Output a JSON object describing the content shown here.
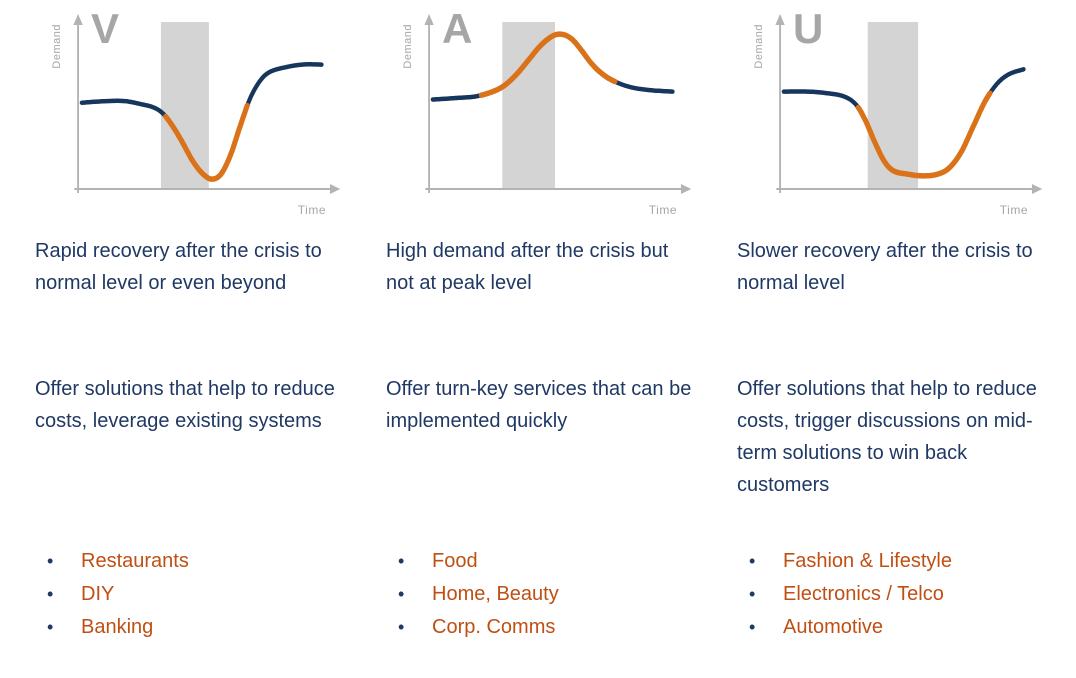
{
  "ui": {
    "bullet": "•"
  },
  "colors": {
    "text_navy": "#1f3864",
    "bullet_text_orange": "#bf4f12",
    "curve_navy": "#17365d",
    "curve_orange": "#d97218",
    "crisis_band_gray": "#d4d4d4",
    "axis_gray": "#b3b3b3",
    "letter_gray": "#a6a6a6"
  },
  "columns": [
    {
      "letter": "V",
      "description": "Rapid recovery after the crisis to normal level or even beyond",
      "offer": "Offer solutions that help to reduce costs, leverage existing systems",
      "bullets": [
        "Restaurants",
        "DIY",
        "Banking"
      ]
    },
    {
      "letter": "A",
      "description": "High demand after the crisis but not at peak level",
      "offer": "Offer turn-key services that can be implemented quickly",
      "bullets": [
        "Food",
        "Home, Beauty",
        "Corp. Comms"
      ]
    },
    {
      "letter": "U",
      "description": "Slower recovery after the crisis to normal level",
      "offer": "Offer solutions that help to reduce costs, trigger discussions on mid-term solutions to win back customers",
      "bullets": [
        "Fashion & Lifestyle",
        "Electronics / Telco",
        "Automotive"
      ]
    }
  ],
  "chart_data": [
    {
      "type": "line",
      "title": "V",
      "xlabel": "Time",
      "ylabel": "Demand",
      "x_range": [
        0,
        1
      ],
      "y_range": [
        0,
        1
      ],
      "x": [
        0.0,
        0.1,
        0.18,
        0.25,
        0.3,
        0.34,
        0.38,
        0.42,
        0.46,
        0.5,
        0.54,
        0.58,
        0.62,
        0.66,
        0.7,
        0.74,
        0.78,
        0.84,
        0.92,
        1.0
      ],
      "y": [
        0.53,
        0.54,
        0.54,
        0.52,
        0.5,
        0.46,
        0.38,
        0.28,
        0.17,
        0.09,
        0.05,
        0.08,
        0.2,
        0.38,
        0.55,
        0.66,
        0.72,
        0.75,
        0.77,
        0.77
      ],
      "crisis_band_x": [
        0.33,
        0.53
      ],
      "highlight_x": [
        0.35,
        0.69
      ]
    },
    {
      "type": "line",
      "title": "A",
      "xlabel": "Time",
      "ylabel": "Demand",
      "x_range": [
        0,
        1
      ],
      "y_range": [
        0,
        1
      ],
      "x": [
        0.0,
        0.1,
        0.18,
        0.25,
        0.3,
        0.35,
        0.4,
        0.45,
        0.5,
        0.54,
        0.58,
        0.62,
        0.66,
        0.7,
        0.75,
        0.82,
        0.9,
        1.0
      ],
      "y": [
        0.55,
        0.56,
        0.57,
        0.6,
        0.64,
        0.71,
        0.8,
        0.89,
        0.95,
        0.96,
        0.93,
        0.86,
        0.78,
        0.72,
        0.67,
        0.63,
        0.61,
        0.6
      ],
      "crisis_band_x": [
        0.29,
        0.51
      ],
      "highlight_x": [
        0.2,
        0.76
      ]
    },
    {
      "type": "line",
      "title": "U",
      "xlabel": "Time",
      "ylabel": "Demand",
      "x_range": [
        0,
        1
      ],
      "y_range": [
        0,
        1
      ],
      "x": [
        0.0,
        0.1,
        0.18,
        0.25,
        0.3,
        0.34,
        0.38,
        0.42,
        0.46,
        0.52,
        0.58,
        0.64,
        0.69,
        0.74,
        0.79,
        0.84,
        0.89,
        0.94,
        1.0
      ],
      "y": [
        0.6,
        0.6,
        0.59,
        0.57,
        0.52,
        0.42,
        0.28,
        0.16,
        0.1,
        0.08,
        0.07,
        0.08,
        0.12,
        0.22,
        0.38,
        0.54,
        0.65,
        0.71,
        0.74
      ],
      "crisis_band_x": [
        0.35,
        0.56
      ],
      "highlight_x": [
        0.31,
        0.86
      ]
    }
  ]
}
